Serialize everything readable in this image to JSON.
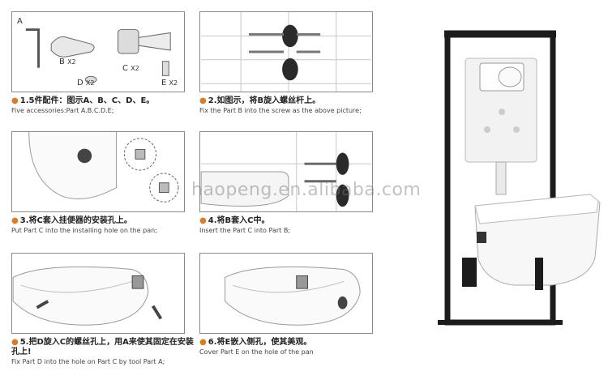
{
  "steps": [
    {
      "zh": "1.5件配件：图示A、B、C、D、E。",
      "en": "Five accessories:Part A.B.C.D.E;"
    },
    {
      "zh": "2.如图示，将B旋入螺丝杆上。",
      "en": "Fix the Part B into the screw as the above picture;"
    },
    {
      "zh": "3.将C套入挂便器的安装孔上。",
      "en": "Put Part C into the installing hole on the pan;"
    },
    {
      "zh": "4.将B套入C中。",
      "en": "Insert the Part C into Part B;"
    },
    {
      "zh": "5.把D旋入C的螺丝孔上，用A来使其固定在安装孔上!",
      "en": "Fix Part D into the hole on Part C by tool Part A;"
    },
    {
      "zh": "6.将E嵌入侧孔，使其美观。",
      "en": "Cover Part E on the hole of the pan"
    }
  ],
  "parts": {
    "a": "A",
    "b": "B",
    "b_count": "X2",
    "c": "C",
    "c_count": "X2",
    "d": "D",
    "d_count": "X2",
    "e": "E",
    "e_count": "X2"
  },
  "watermark": "haopeng.en.alibaba.com",
  "colors": {
    "bullet": "#e07a1f",
    "frame": "#1c1c1c",
    "panel_border": "#8a8a8a"
  }
}
